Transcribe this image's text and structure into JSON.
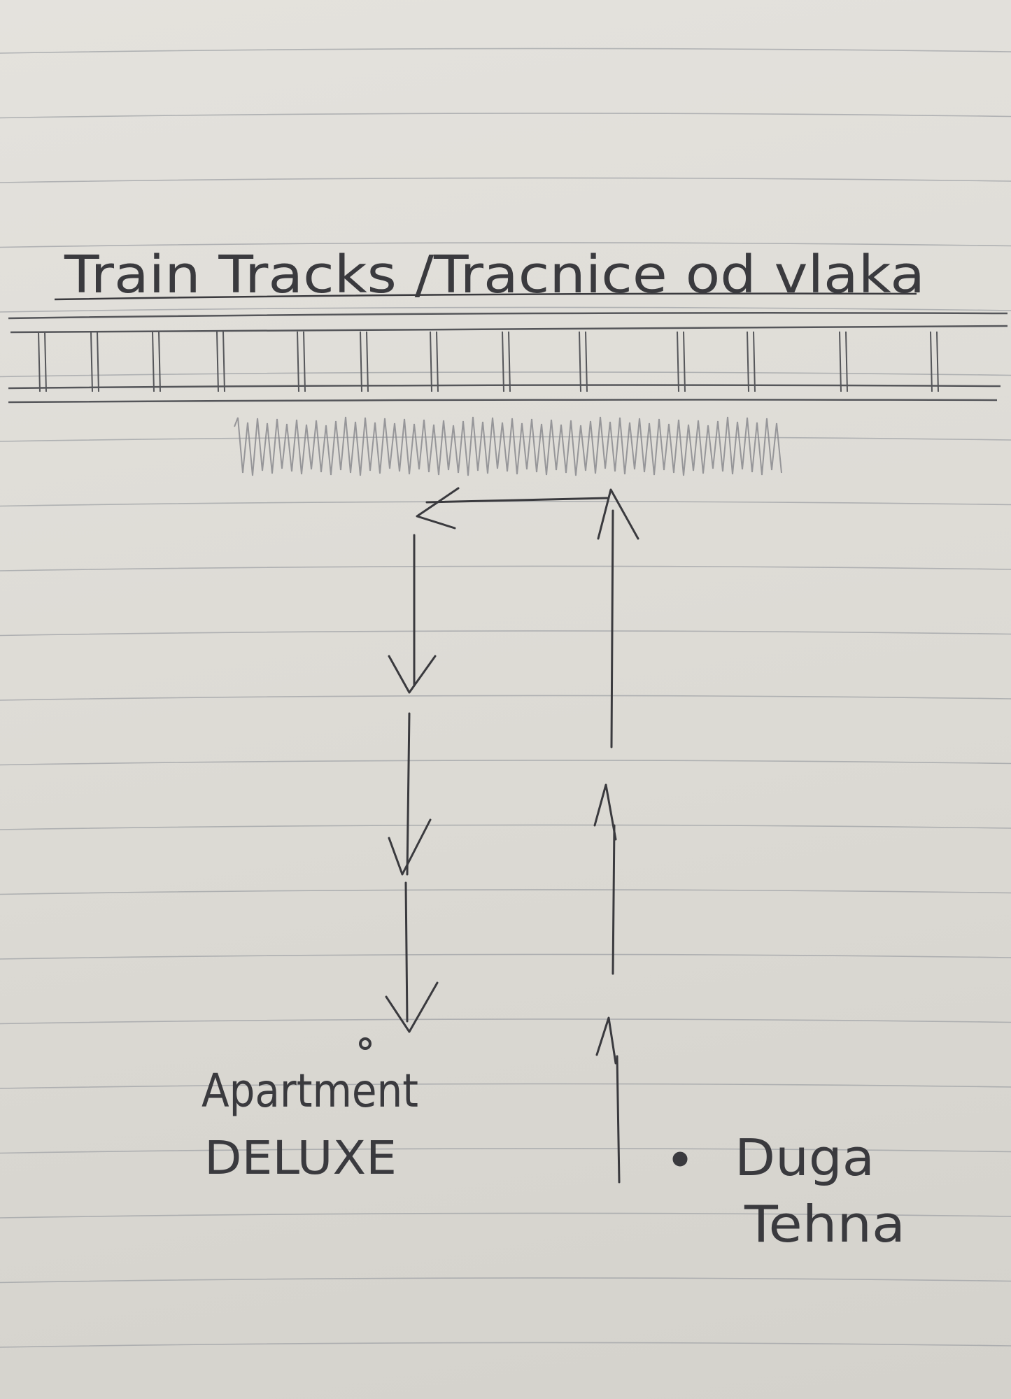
{
  "title": "Train Tracks /Tracnice od vlaka",
  "labels": {
    "start": [
      "Apartment",
      "DELUXE"
    ],
    "destination": [
      "Duga",
      "Tehna"
    ]
  },
  "colors": {
    "paper": "#dedcd6",
    "ruled_line": "#9fa1a6",
    "ink": "#3a3a3e",
    "pencil": "#8a8a8e"
  }
}
